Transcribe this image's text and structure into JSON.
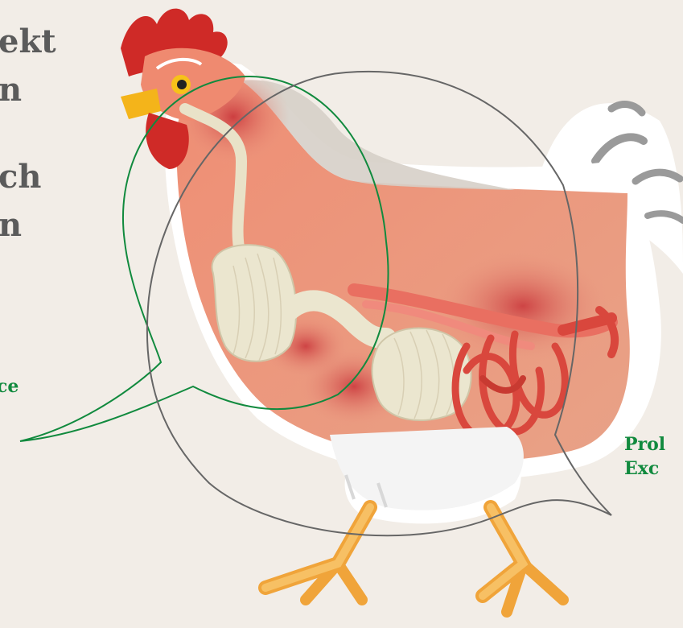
{
  "text_fragments": {
    "left_heading": [
      "ekt",
      "n",
      "ch",
      "n"
    ],
    "left_label": "ce",
    "right_label": [
      "Prol",
      "Exc"
    ]
  },
  "colors": {
    "background": "#f2ede7",
    "heading_gray": "#5b5b5b",
    "accent_green": "#118a3e",
    "callout_gray": "#666666",
    "body_salmon": "#ea9a83",
    "comb_red": "#cf2a27",
    "beak_yellow": "#f4b41a",
    "organ_cream": "#ebe6cf",
    "intestine_red": "#d9473d",
    "leg_orange": "#f7b24a",
    "feather_white": "#ffffff"
  },
  "figure": {
    "subject": "chicken anatomy cutaway",
    "icons": [
      "chicken-illustration",
      "callout-bubble-green",
      "callout-bubble-gray"
    ]
  }
}
